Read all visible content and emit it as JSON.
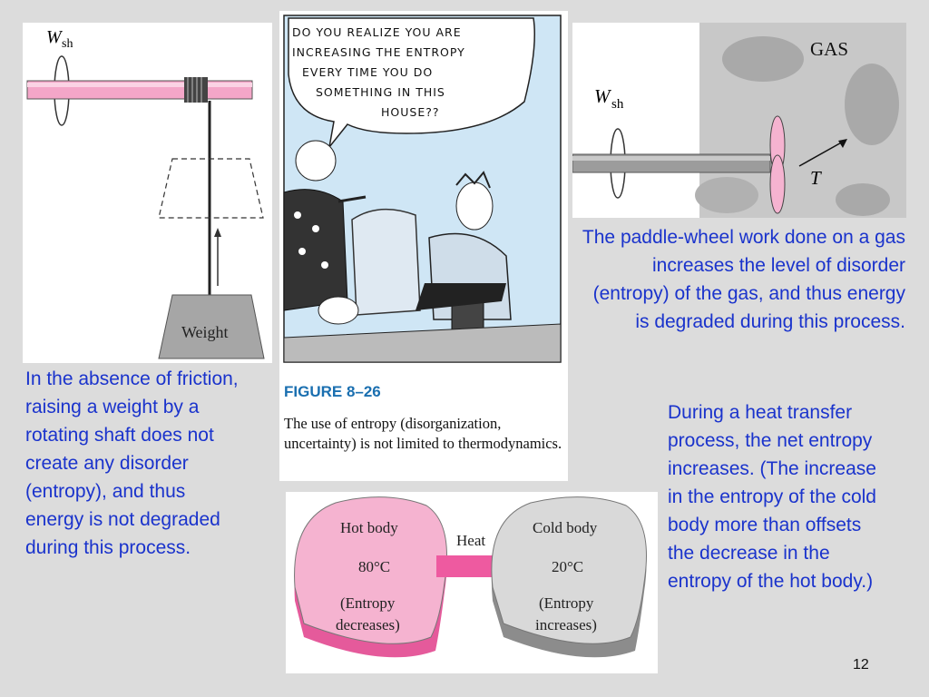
{
  "shaft_figure": {
    "work_label": "W",
    "work_sub": "sh",
    "weight_label": "Weight"
  },
  "shaft_caption": "In the absence of friction, raising a weight by a rotating shaft does not create any disorder (entropy), and thus energy is not degraded during this process.",
  "cartoon": {
    "speech_lines": [
      "DO YOU REALIZE YOU ARE",
      "INCREASING THE ENTROPY",
      "EVERY TIME YOU DO",
      "SOMETHING IN THIS",
      "HOUSE??"
    ],
    "figure_number": "FIGURE 8–26",
    "figure_caption": "The use of entropy (disorganization, uncertainty) is not limited to thermodynamics."
  },
  "gas_figure": {
    "gas_label": "GAS",
    "work_label": "W",
    "work_sub": "sh",
    "temp_label": "T"
  },
  "gas_caption": "The paddle-wheel work done on a gas increases the level of disorder (entropy) of the gas, and thus energy is degraded during this process.",
  "heat_figure": {
    "hot_title": "Hot body",
    "hot_temp": "80°C",
    "hot_note_1": "(Entropy",
    "hot_note_2": "decreases)",
    "heat_label": "Heat",
    "cold_title": "Cold body",
    "cold_temp": "20°C",
    "cold_note_1": "(Entropy",
    "cold_note_2": "increases)"
  },
  "heat_caption": "During a heat transfer process, the net entropy increases. (The increase in the entropy of the cold body more than offsets the decrease in the entropy of the hot body.)",
  "page_number": "12",
  "colors": {
    "caption_text": "#1a33cc",
    "figure_title": "#1a6fb0",
    "shaft_pink": "#f4a6c8",
    "hot_body": "#f5b3d0",
    "cold_body": "#d9d9d9",
    "heat_arrow": "#ee5aa0"
  }
}
